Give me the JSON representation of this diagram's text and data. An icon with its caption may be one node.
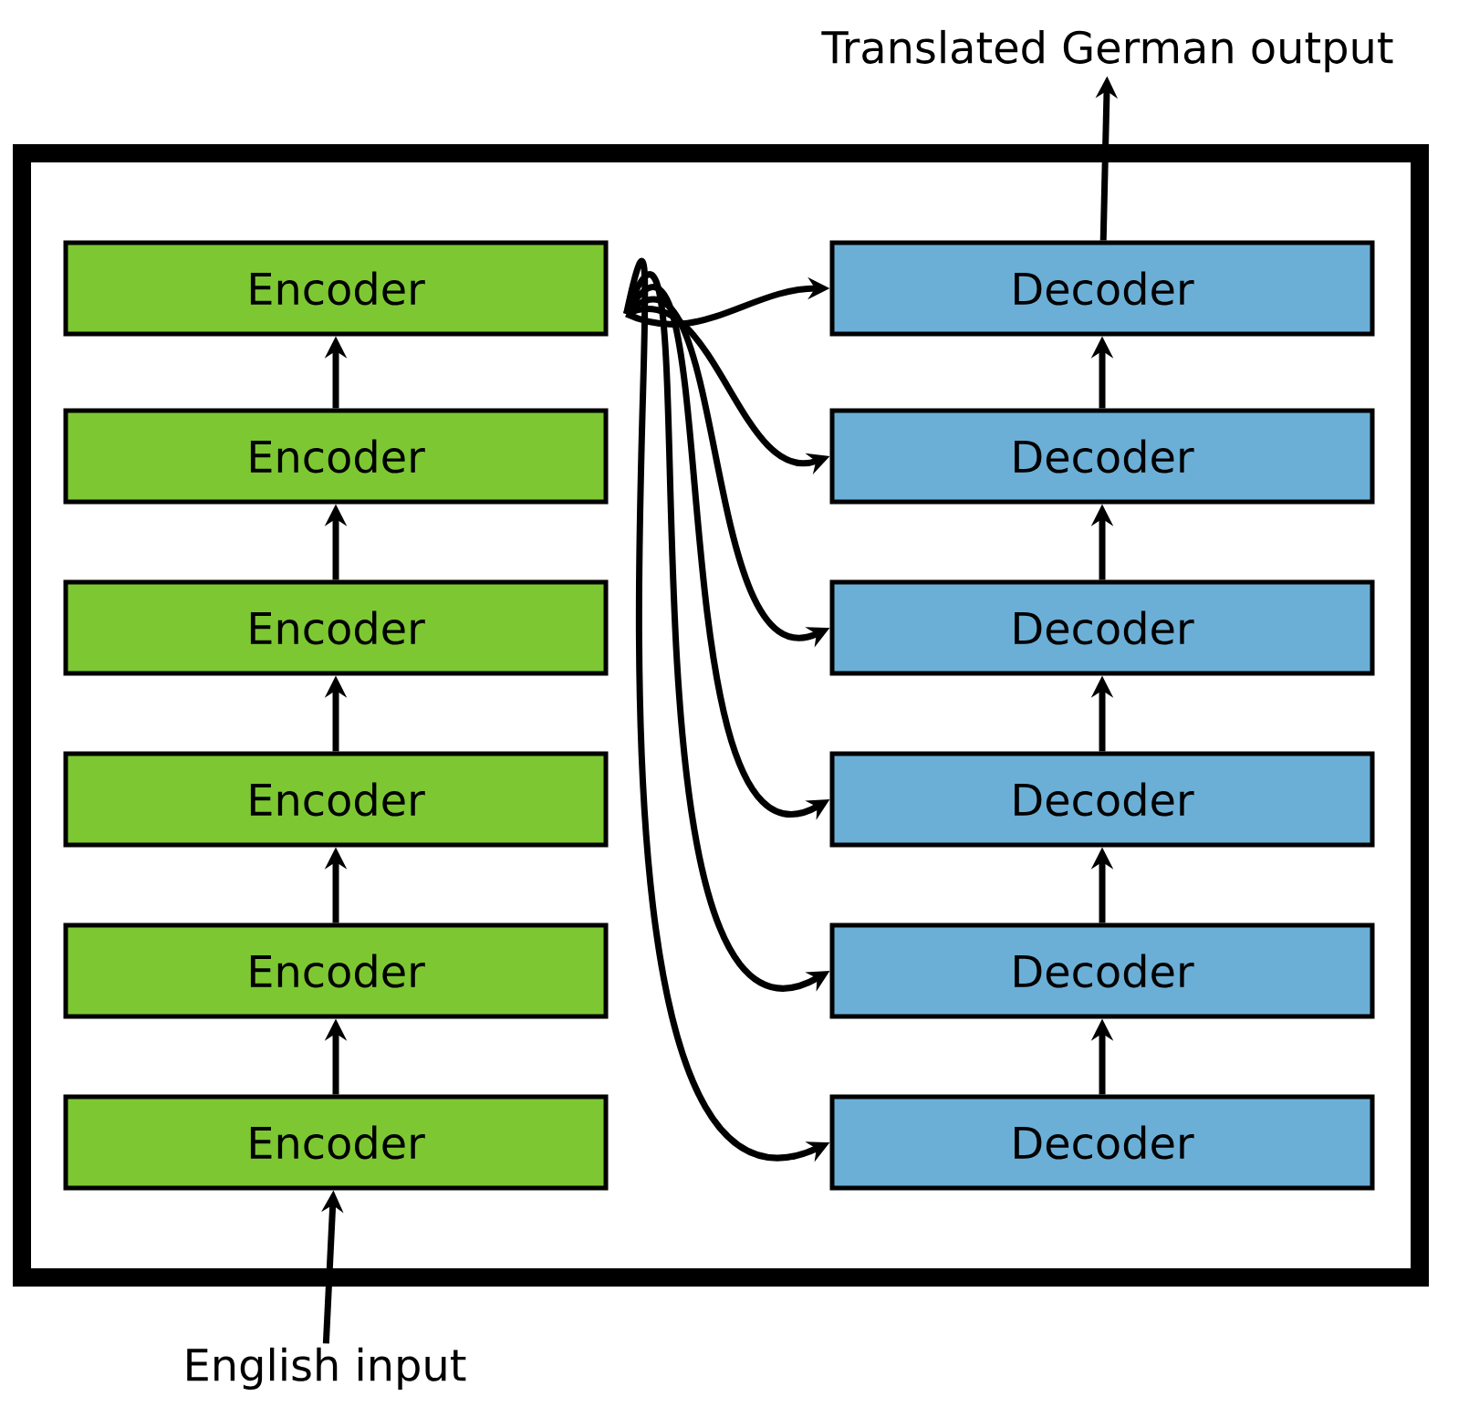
{
  "diagram": {
    "nodes": [
      {
        "text": [],
        "shape": "box"
      },
      {
        "text": [
          "Translated German output"
        ]
      },
      {
        "text": [
          "Encoder"
        ],
        "in": 0
      },
      {
        "text": [
          "Encoder"
        ],
        "in": 0
      },
      {
        "text": [
          "Encoder"
        ],
        "in": 0
      },
      {
        "text": [
          "Encoder"
        ],
        "in": 0
      },
      {
        "text": [
          "Encoder"
        ],
        "in": 0
      },
      {
        "text": [
          "Encoder"
        ],
        "in": 0
      },
      {
        "text": [
          "Decoder"
        ],
        "in": 0
      },
      {
        "text": [
          "Decoder"
        ],
        "in": 0
      },
      {
        "text": [
          "Decoder"
        ],
        "in": 0
      },
      {
        "text": [
          "Decoder"
        ],
        "in": 0
      },
      {
        "text": [
          "Decoder"
        ],
        "in": 0
      },
      {
        "text": [
          "Decoder"
        ],
        "in": 0
      },
      {
        "text": [
          "English input"
        ]
      }
    ],
    "edges": [
      {
        "from": 14,
        "to": 7,
        "arrow": "to"
      },
      {
        "from": 7,
        "to": 6,
        "arrow": "to"
      },
      {
        "from": 6,
        "to": 5,
        "arrow": "to"
      },
      {
        "from": 5,
        "to": 4,
        "arrow": "to"
      },
      {
        "from": 4,
        "to": 3,
        "arrow": "to"
      },
      {
        "from": 3,
        "to": 2,
        "arrow": "to"
      },
      {
        "from": 2,
        "to": 8,
        "arrow": "to"
      },
      {
        "from": 2,
        "to": 9,
        "arrow": "to"
      },
      {
        "from": 2,
        "to": 10,
        "arrow": "to"
      },
      {
        "from": 2,
        "to": 11,
        "arrow": "to"
      },
      {
        "from": 2,
        "to": 12,
        "arrow": "to"
      },
      {
        "from": 2,
        "to": 13,
        "arrow": "to"
      },
      {
        "from": 13,
        "to": 12,
        "arrow": "to"
      },
      {
        "from": 12,
        "to": 11,
        "arrow": "to"
      },
      {
        "from": 11,
        "to": 10,
        "arrow": "to"
      },
      {
        "from": 10,
        "to": 9,
        "arrow": "to"
      },
      {
        "from": 9,
        "to": 8,
        "arrow": "to"
      },
      {
        "from": 8,
        "to": 1,
        "arrow": "to"
      }
    ]
  }
}
